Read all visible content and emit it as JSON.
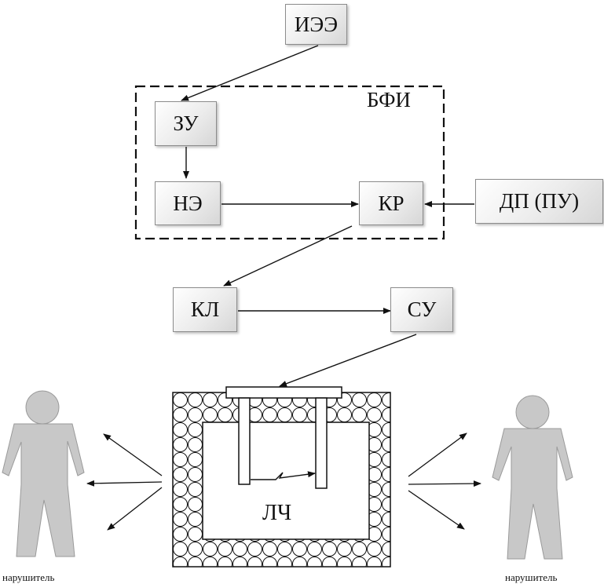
{
  "blocks": {
    "iee": "ИЭЭ",
    "zu": "ЗУ",
    "ne": "НЭ",
    "kr": "КР",
    "dp": "ДП (ПУ)",
    "kl": "КЛ",
    "su": "СУ"
  },
  "group_label": "БФИ",
  "chamber_label": "ЛЧ",
  "intruder_left": "нарушитель",
  "intruder_right": "нарушитель"
}
